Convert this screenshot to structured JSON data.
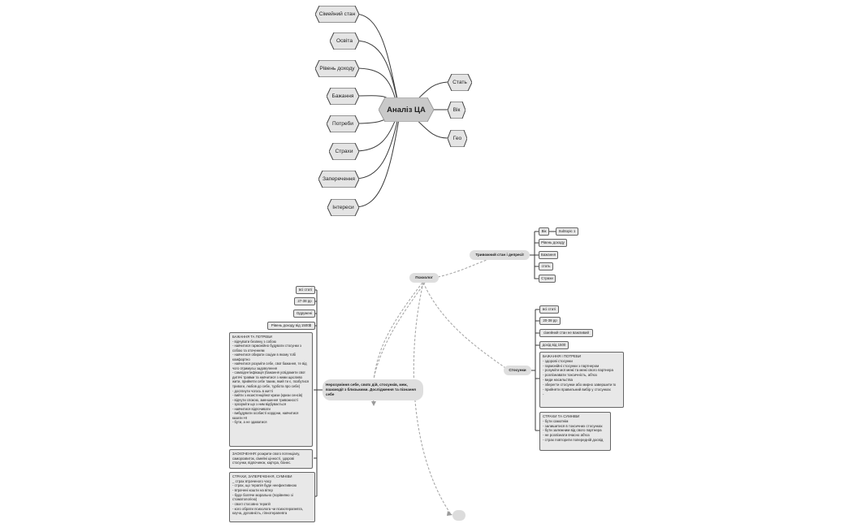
{
  "map1": {
    "root": "Аналіз ЦА",
    "left": [
      "Сімейний стан",
      "Освіта",
      "Рівень доходу",
      "Бажання",
      "Потреби",
      "Страхи",
      "Заперечення",
      "Інтереси"
    ],
    "right": [
      "Стать",
      "Вік",
      "Гео"
    ]
  },
  "map2": {
    "central": "Психолог",
    "branch_anxiety": {
      "title": "Тривожний стан і депресії",
      "items": [
        "Вік",
        "Рівень доходу",
        "Бажання",
        "стать",
        "Страхи"
      ],
      "subtopic": "Subtopic 1"
    },
    "branch_relations": {
      "title": "Стосунки",
      "items": [
        "всі статі",
        "20-38 рр",
        "сімейний стан не важливий",
        "дохід від 1500"
      ],
      "wants": "БАЖАННЯ І ПОТРЕБИ\n- здорові стосунки\n- гармонійні стосунки з партнером\n- розуміти мої межі та межі свого партнера\n- розпізнавати токсичність, аб'юз\n- види насильства\n- зберегти стосунки або мирно завершити їх\n- прийняти правильний вибір у стосунках\n-",
      "fears": "СТРАХИ ТА СУМНІВИ\n- бути самотнім\n- залишитися в токсичних стосунках\n- бути залежним від свого партнера\n- не розпізнати вчасно аб'юз\n- страх повторити попередній досвід"
    },
    "branch_self": {
      "title": "Нерозуміння себе, своїх дій, стосунків, меж, взаємодії з близькими. Дослідження та пізнання себе",
      "items": [
        "всі статі",
        "27-38 рр",
        "Одружені",
        "Рівень доходу від 1500$"
      ],
      "wants": "БАЖАННЯ ТА ПОТРЕБИ\n- відчувати безпеку з собою\n- навчитися гармонійно будувати стосунки з собою та оточенням\n- навчитися обирати соціум в якому тобі комфортно\n- навчитися розуміти себе, свої бажання, те від чого отримуєш задоволення\n- самоідентифікація (бажання усвідомити свої дитячі травми та навчитися з ними щасливо жити, прийняти себе таким, який ти є, позбутися тривоги, любов до себе, турбота про себе)\n- досягнути чогось в житті\n- вийти з екзистенційної кризи (кризи сенсів)\n- відчути спокою, зменшення тривожності\n- зрозуміти що з ним відбувається\n- навчитися відпочивати\n- вибудувати особисті кордони, навчитися казати НІ\n- бути, а не здаватися",
      "motivation": "ЗАОХОЧЕННЯ: розкрити свого потенціалу, саморозвиток, сімейні цінності, здорові стосунки, відпочинок, кар'єра, бізнес.",
      "fears": "СТРАХИ, ЗАПЕРЕЧЕННЯ, СУМНІВИ\n_ страх втраченого часу\n- страх, що терапія буде неефективною\n- втрачені кошти на вітер\n- буде боляче морально (порівняно зі стоматологією)\n- своєї стосовно терапії\n- кого обрати психолога чи психотерапевта, коуча, дуловність, гіпнотерапевта"
    }
  }
}
